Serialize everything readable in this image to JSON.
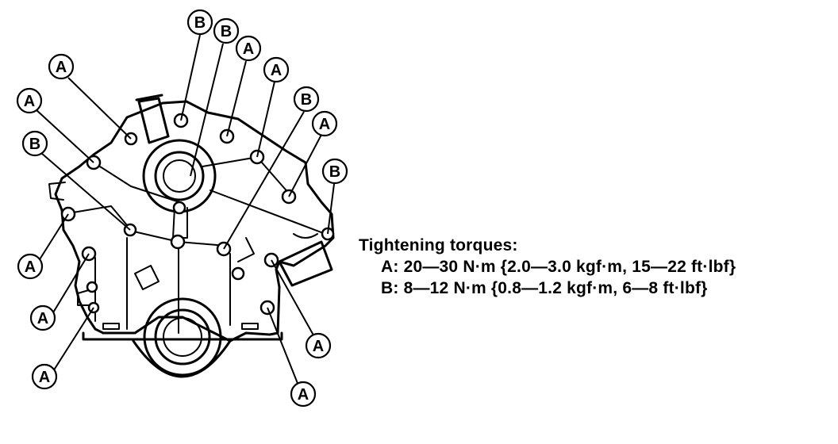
{
  "legend": {
    "title": "Tightening torques:",
    "rows": [
      "A: 20—30 N·m {2.0—3.0 kgf·m, 15—22 ft·lbf}",
      "B: 8—12 N·m {0.8—1.2 kgf·m, 6—8 ft·lbf}"
    ]
  },
  "callouts": {
    "a": "A",
    "b": "B"
  },
  "colors": {
    "ink": "#000000",
    "background": "#ffffff"
  }
}
